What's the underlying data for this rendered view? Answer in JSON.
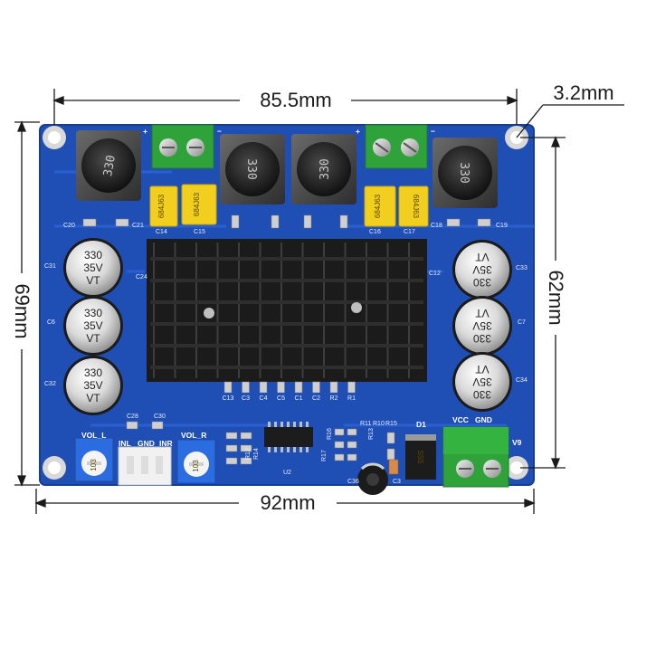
{
  "dimensions": {
    "width_top": "85.5mm",
    "hole": "3.2mm",
    "height_left": "69mm",
    "height_right": "62mm",
    "width_bottom": "92mm"
  },
  "inductor_label": "330",
  "inductor_label_flipped": "330",
  "film_cap_label": "684J63",
  "elec_cap": {
    "line1": "330",
    "line2": "35V",
    "line3": "VT"
  },
  "silkscreen": {
    "c20": "C20",
    "c21": "C21",
    "c14": "C14",
    "c15": "C15",
    "c16": "C16",
    "c17": "C17",
    "c18": "C18",
    "c19": "C19",
    "c31": "C31",
    "c6": "C6",
    "c32": "C32",
    "c24": "C24",
    "c12": "C12",
    "c33": "C33",
    "c7": "C7",
    "c34": "C34",
    "c28": "C28",
    "c30": "C30",
    "c36": "C36",
    "c3": "C3",
    "u2": "U2",
    "d1": "D1",
    "v9": "V9",
    "r11": "R11",
    "r10": "R10",
    "r15": "R15",
    "r17": "R17",
    "r16": "R16",
    "r13": "R13",
    "r12": "R12",
    "r14": "R14",
    "plus": "+",
    "minus": "−",
    "vol_l": "VOL_L",
    "vol_r": "VOL_R",
    "inl": "INL",
    "gnd": "GND",
    "inr": "INR",
    "vcc": "VCC",
    "gnd2": "GND",
    "diode": "SS5",
    "pot": "103",
    "bottom_row": [
      "C13",
      "C3",
      "C4",
      "C5",
      "C1",
      "C2",
      "R2",
      "R1"
    ]
  },
  "colors": {
    "pcb": "#1f4fb5",
    "pcb_edge": "#173d8f",
    "terminal": "#2fa33a",
    "heatsink": "#1b1b1b",
    "film_cap": "#f2cf1f"
  }
}
